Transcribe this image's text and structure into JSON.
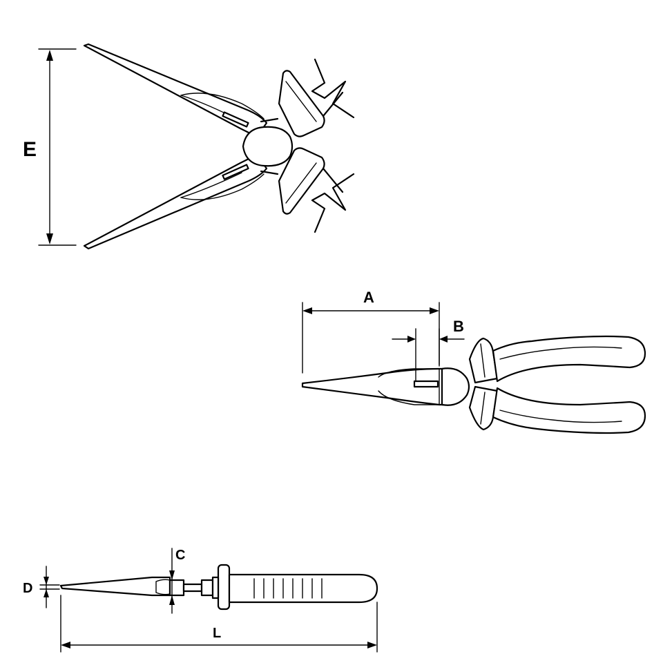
{
  "dimensions": {
    "E": "E",
    "A": "A",
    "B": "B",
    "C": "C",
    "D": "D",
    "L": "L"
  },
  "colors": {
    "line": "#000000",
    "background": "#ffffff"
  }
}
